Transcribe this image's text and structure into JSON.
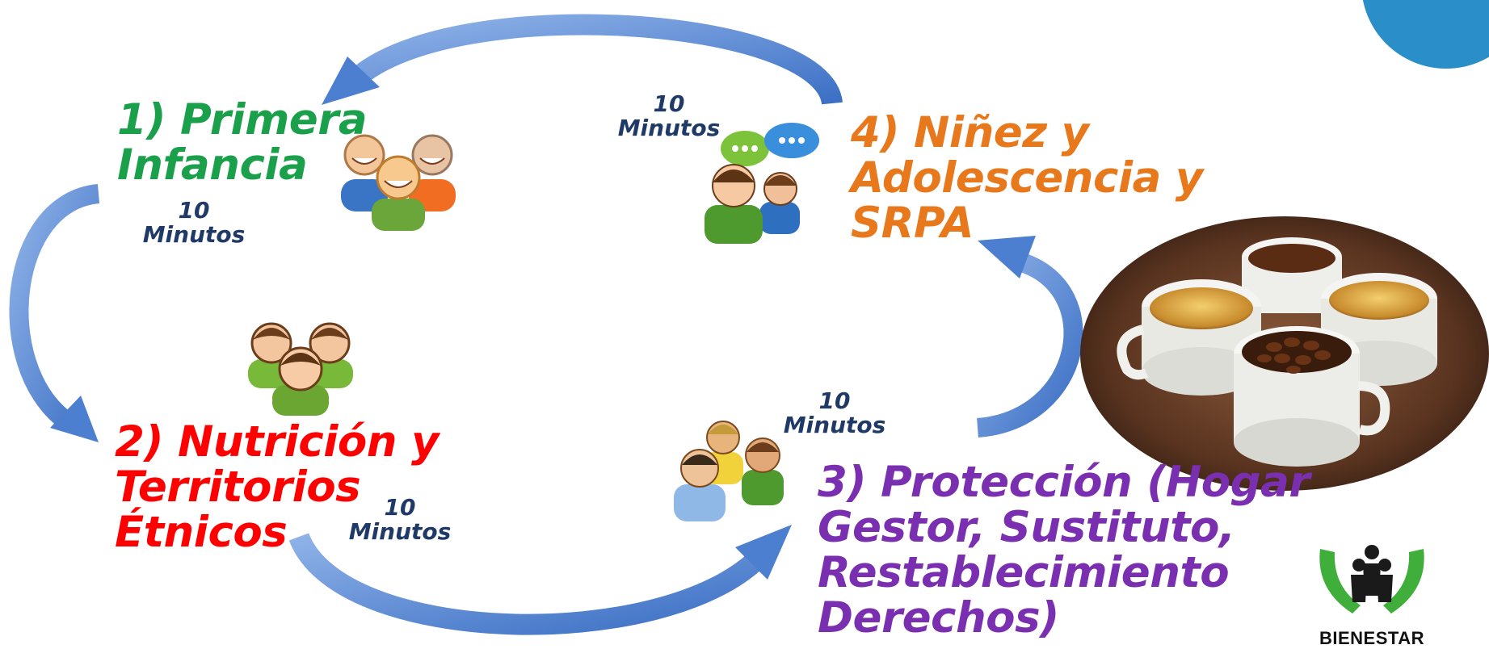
{
  "colors": {
    "station1": "#1aa04a",
    "station2": "#ff0000",
    "station3": "#7a2fb0",
    "station4": "#e8781c",
    "time_text": "#1f3a66",
    "arrow": "#4c7fcf",
    "corner_shape": "#2a8fc8"
  },
  "stations": {
    "s1": {
      "lines": [
        "1) Primera",
        "Infancia"
      ]
    },
    "s2": {
      "lines": [
        "2) Nutrición y",
        "Territorios",
        "Étnicos"
      ]
    },
    "s3": {
      "lines": [
        "3) Protección (Hogar",
        "Gestor, Sustituto,",
        "Restablecimiento",
        "Derechos)"
      ]
    },
    "s4": {
      "lines": [
        "4) Niñez y",
        "Adolescencia y",
        "SRPA"
      ]
    }
  },
  "times": {
    "t1": {
      "number": "10",
      "unit": "Minutos"
    },
    "t2": {
      "number": "10",
      "unit": "Minutos"
    },
    "t3": {
      "number": "10",
      "unit": "Minutos"
    },
    "t4": {
      "number": "10",
      "unit": "Minutos"
    }
  },
  "icons": {
    "s1": "three-people-smiling-icon",
    "s2": "group-of-people-icon",
    "s3": "crowd-people-icon",
    "s4": "people-chat-bubbles-icon",
    "photo": "coffee-cups-photo",
    "logo": "bienestar-logo"
  },
  "logo": {
    "text": "BIENESTAR"
  }
}
